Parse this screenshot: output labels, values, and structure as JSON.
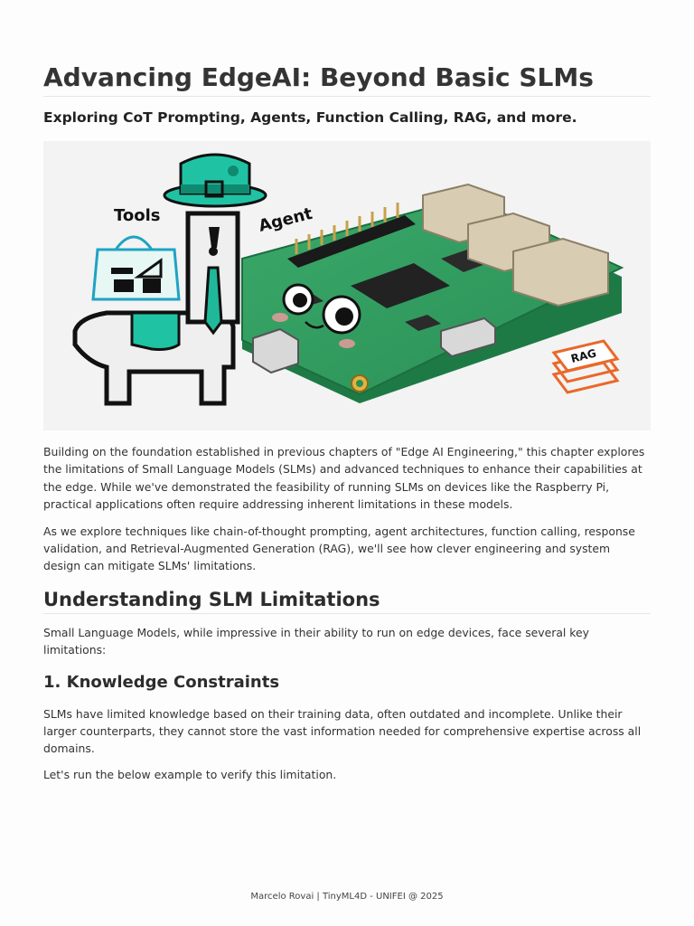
{
  "document": {
    "title": "Advancing EdgeAI: Beyond Basic SLMs",
    "subtitle": "Exploring CoT Prompting, Agents, Function Calling, RAG, and more.",
    "hero_image": {
      "labels": {
        "tools": "Tools",
        "agent": "Agent",
        "rag": "RAG"
      }
    },
    "paragraphs": [
      "Building on the foundation established in previous chapters of \"Edge AI Engineering,\" this chapter explores the limitations of Small Language Models (SLMs) and advanced techniques to enhance their capabilities at the edge. While we've demonstrated the feasibility of running SLMs on devices like the Raspberry Pi, practical applications often require addressing inherent limitations in these models.",
      "As we explore techniques like chain-of-thought prompting, agent architectures, function calling, response validation, and Retrieval-Augmented Generation (RAG), we'll see how clever engineering and system design can mitigate SLMs' limitations."
    ],
    "section": {
      "heading": "Understanding SLM Limitations",
      "intro": "Small Language Models, while impressive in their ability to run on edge devices, face several key limitations:",
      "subsection": {
        "heading": "1. Knowledge Constraints",
        "paragraphs": [
          "SLMs have limited knowledge based on their training data, often outdated and incomplete. Unlike their larger counterparts, they cannot store the vast information needed for comprehensive expertise across all domains.",
          "Let's run the below example to verify this limitation."
        ]
      }
    }
  },
  "footer": {
    "text": "Marcelo Rovai | TinyML4D - UNIFEI @ 2025"
  },
  "colors": {
    "board_green": "#2f9e5e",
    "hat_teal": "#1fc3a4",
    "rag_orange": "#e8692a"
  }
}
